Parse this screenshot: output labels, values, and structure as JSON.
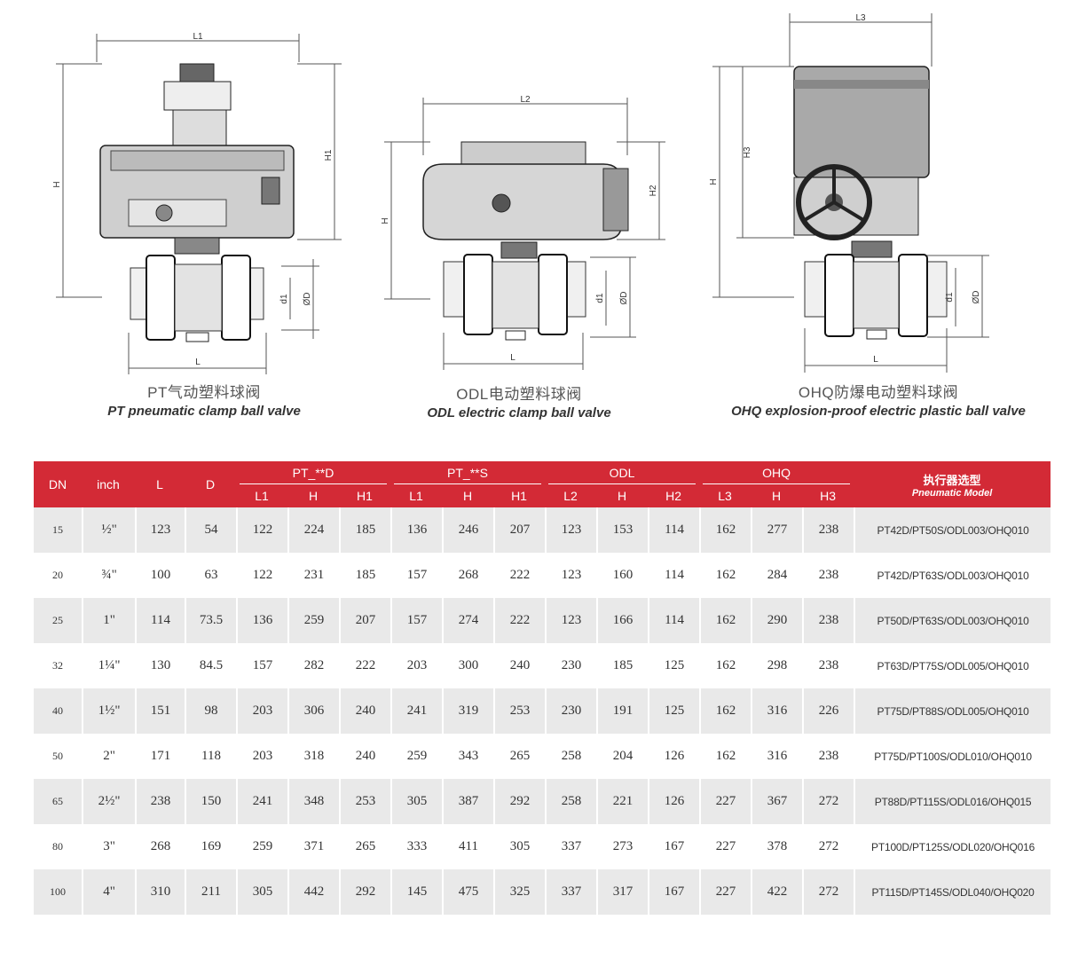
{
  "valves": [
    {
      "cn": "PT气动塑料球阀",
      "en": "PT pneumatic clamp ball valve",
      "dims": {
        "top": "L1",
        "right": "H1",
        "left": "H",
        "d1": "d1",
        "D": "ØD",
        "bottom": "L"
      }
    },
    {
      "cn": "ODL电动塑料球阀",
      "en": "ODL electric clamp ball valve",
      "dims": {
        "top": "L2",
        "right": "H2",
        "left": "H",
        "d1": "d1",
        "D": "ØD",
        "bottom": "L"
      }
    },
    {
      "cn": "OHQ防爆电动塑料球阀",
      "en": "OHQ explosion-proof electric plastic ball valve",
      "dims": {
        "top": "L3",
        "right": "H3",
        "left": "H",
        "d1": "d1",
        "D": "ØD",
        "bottom": "L"
      }
    }
  ],
  "table": {
    "head": {
      "dn": "DN",
      "inch": "inch",
      "l": "L",
      "d": "D",
      "groups": [
        "PT_**D",
        "PT_**S",
        "ODL",
        "OHQ"
      ],
      "sub": [
        "L1",
        "H",
        "H1",
        "L1",
        "H",
        "H1",
        "L2",
        "H",
        "H2",
        "L3",
        "H",
        "H3"
      ],
      "model_cn": "执行器选型",
      "model_en": "Pneumatic Model"
    },
    "rows": [
      [
        "15",
        "½\"",
        "123",
        "54",
        "122",
        "224",
        "185",
        "136",
        "246",
        "207",
        "123",
        "153",
        "114",
        "162",
        "277",
        "238",
        "PT42D/PT50S/ODL003/OHQ010"
      ],
      [
        "20",
        "¾\"",
        "100",
        "63",
        "122",
        "231",
        "185",
        "157",
        "268",
        "222",
        "123",
        "160",
        "114",
        "162",
        "284",
        "238",
        "PT42D/PT63S/ODL003/OHQ010"
      ],
      [
        "25",
        "1\"",
        "114",
        "73.5",
        "136",
        "259",
        "207",
        "157",
        "274",
        "222",
        "123",
        "166",
        "114",
        "162",
        "290",
        "238",
        "PT50D/PT63S/ODL003/OHQ010"
      ],
      [
        "32",
        "1¼\"",
        "130",
        "84.5",
        "157",
        "282",
        "222",
        "203",
        "300",
        "240",
        "230",
        "185",
        "125",
        "162",
        "298",
        "238",
        "PT63D/PT75S/ODL005/OHQ010"
      ],
      [
        "40",
        "1½\"",
        "151",
        "98",
        "203",
        "306",
        "240",
        "241",
        "319",
        "253",
        "230",
        "191",
        "125",
        "162",
        "316",
        "226",
        "PT75D/PT88S/ODL005/OHQ010"
      ],
      [
        "50",
        "2\"",
        "171",
        "118",
        "203",
        "318",
        "240",
        "259",
        "343",
        "265",
        "258",
        "204",
        "126",
        "162",
        "316",
        "238",
        "PT75D/PT100S/ODL010/OHQ010"
      ],
      [
        "65",
        "2½\"",
        "238",
        "150",
        "241",
        "348",
        "253",
        "305",
        "387",
        "292",
        "258",
        "221",
        "126",
        "227",
        "367",
        "272",
        "PT88D/PT115S/ODL016/OHQ015"
      ],
      [
        "80",
        "3\"",
        "268",
        "169",
        "259",
        "371",
        "265",
        "333",
        "411",
        "305",
        "337",
        "273",
        "167",
        "227",
        "378",
        "272",
        "PT100D/PT125S/ODL020/OHQ016"
      ],
      [
        "100",
        "4\"",
        "310",
        "211",
        "305",
        "442",
        "292",
        "145",
        "475",
        "325",
        "337",
        "317",
        "167",
        "227",
        "422",
        "272",
        "PT115D/PT145S/ODL040/OHQ020"
      ]
    ]
  }
}
